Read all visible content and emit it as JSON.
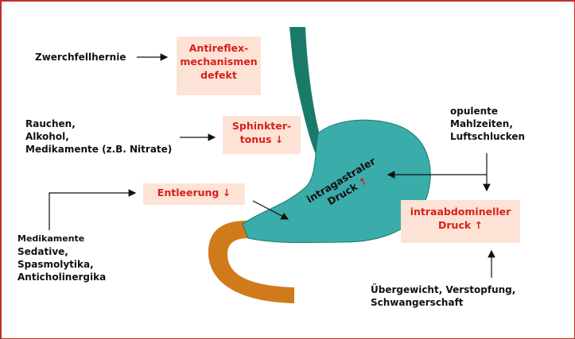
{
  "labels": {
    "hernia": "Zwerchfellhernie",
    "smoking": "Rauchen,\nAlkohol,\nMedikamente (z.B. Nitrate)",
    "meals": "opulente\nMahlzeiten,\nLuftschlucken",
    "meds_title": "Medikamente",
    "meds_list": "Sedative,\nSpasmolytika,\nAnticholinergika",
    "overweight": "Übergewicht, Verstopfung,\nSchwangerschaft"
  },
  "boxes": {
    "antireflux": "Antireflex-\nmechanismen\ndefekt",
    "sphincter": "Sphinkter-\ntonus ↓",
    "emptying": "Entleerung ↓",
    "abdominal": "intraabdomineller\nDruck ↑"
  },
  "stomach_label": {
    "line1": "intragastraler",
    "line2": "Druck",
    "arrow": "↑"
  },
  "colors": {
    "esophagus": "#1a7a6a",
    "stomach": "#3aacaa",
    "duodenum": "#d07a1c",
    "box_bg": "#fde3d6",
    "accent_red": "#d8201a",
    "frame": "#c0302a"
  }
}
